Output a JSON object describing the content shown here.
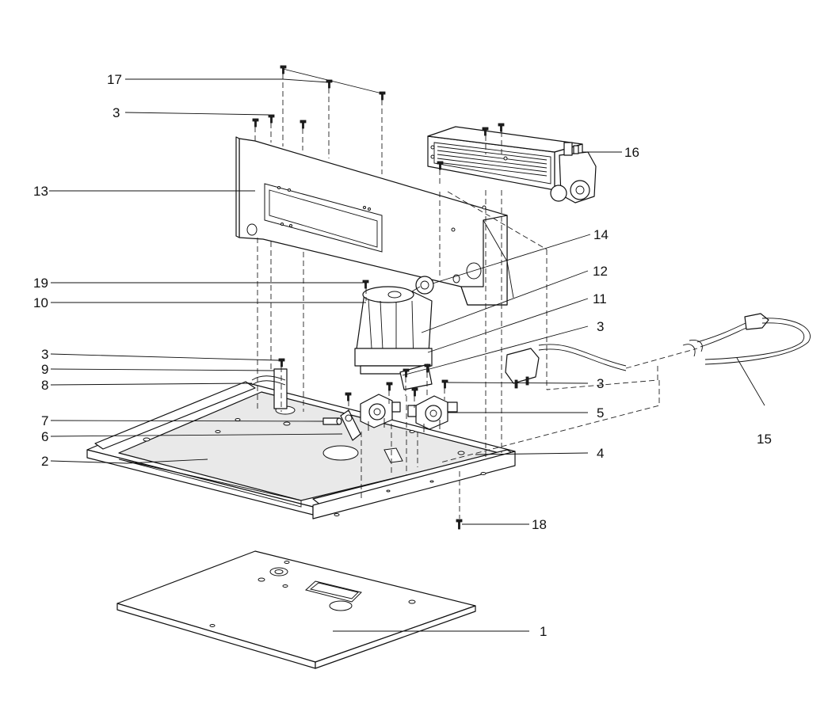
{
  "callouts": {
    "c1": "1",
    "c2": "2",
    "c3a": "3",
    "c3b": "3",
    "c3c": "3",
    "c3d": "3",
    "c4": "4",
    "c5": "5",
    "c6": "6",
    "c7": "7",
    "c8": "8",
    "c9": "9",
    "c10": "10",
    "c11": "11",
    "c12": "12",
    "c13": "13",
    "c14": "14",
    "c15": "15",
    "c16": "16",
    "c17": "17",
    "c18": "18",
    "c19": "19"
  }
}
